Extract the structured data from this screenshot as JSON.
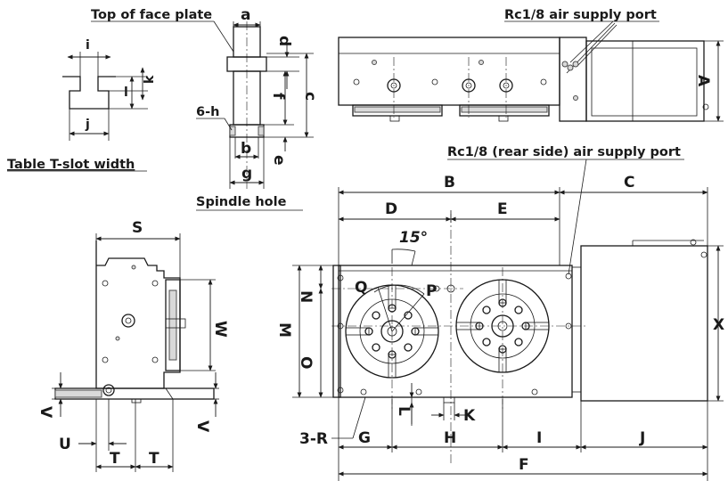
{
  "labels": {
    "top_of_face_plate": "Top of face plate",
    "table_tslot_width": "Table T-slot width",
    "spindle_hole": "Spindle hole",
    "air_port_top": "Rc1/8 air supply port",
    "air_port_rear": "Rc1/8 (rear side) air supply port"
  },
  "dims": {
    "a": "a",
    "b": "b",
    "c": "c",
    "d": "d",
    "e": "e",
    "f": "f",
    "g": "g",
    "h6": "6-h",
    "i": "i",
    "j": "j",
    "k": "k",
    "l": "l",
    "A": "A",
    "B": "B",
    "C": "C",
    "D": "D",
    "E": "E",
    "F": "F",
    "G": "G",
    "H": "H",
    "I": "I",
    "J": "J",
    "K": "K",
    "L": "L",
    "M": "M",
    "N": "N",
    "O": "O",
    "P": "P",
    "Q": "Q",
    "R3": "3-R",
    "S": "S",
    "T1": "T",
    "T2": "T",
    "U": "U",
    "V1": "V",
    "V2": "V",
    "W": "W",
    "X": "X",
    "angle": "15°"
  },
  "colors": {
    "line": "#1a1a1a",
    "fill": "#d9d9d9",
    "background": "#ffffff"
  }
}
